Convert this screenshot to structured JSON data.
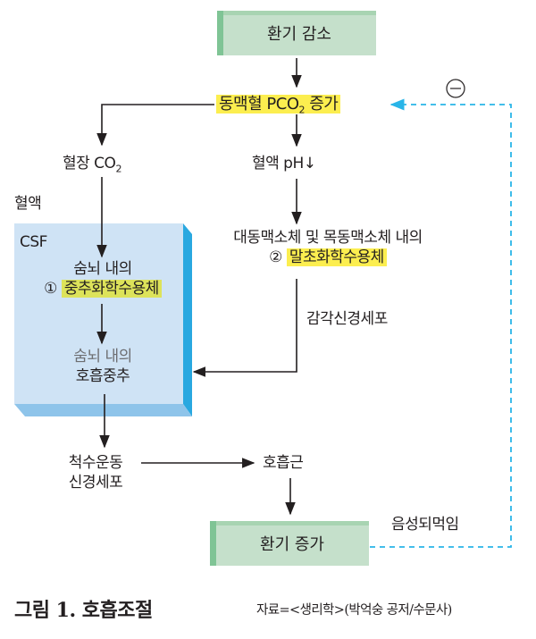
{
  "diagram": {
    "nodes": {
      "ventilation_decrease": "환기 감소",
      "arterial_pco2_prefix": "동맥혈 PCO",
      "arterial_pco2_sub": "2",
      "arterial_pco2_suffix": " 증가",
      "plasma_co2_prefix": "혈장 CO",
      "plasma_co2_sub": "2",
      "blood_ph": "혈액 pH↓",
      "blood_label": "혈액",
      "csf_label": "CSF",
      "central_line1": "숨뇌 내의",
      "central_num": "①",
      "central_line2": "중추화학수용체",
      "resp_center_line1": "숨뇌 내의",
      "resp_center_line2": "호흡중추",
      "peripheral_line1": "대동맥소체 및 목동맥소체 내의",
      "peripheral_num": "②",
      "peripheral_line2": "말초화학수용체",
      "sensory_neuron": "감각신경세포",
      "spinal_line1": "척수운동",
      "spinal_line2": "신경세포",
      "resp_muscle": "호흡근",
      "ventilation_increase": "환기 증가",
      "negative_feedback": "음성되먹임",
      "minus_symbol": "−"
    },
    "colors": {
      "highlight_yellow": "#fcee4f",
      "highlight_olive": "#dde35a",
      "green_box": "#c5e0cb",
      "csf_face": "#cfe3f5",
      "csf_side": "#29a8e0",
      "feedback_line": "#29b5e8"
    }
  },
  "caption": {
    "title": "그림 1. 호흡조절",
    "source": "자료=<생리학>(박억숭 공저/수문사)"
  }
}
